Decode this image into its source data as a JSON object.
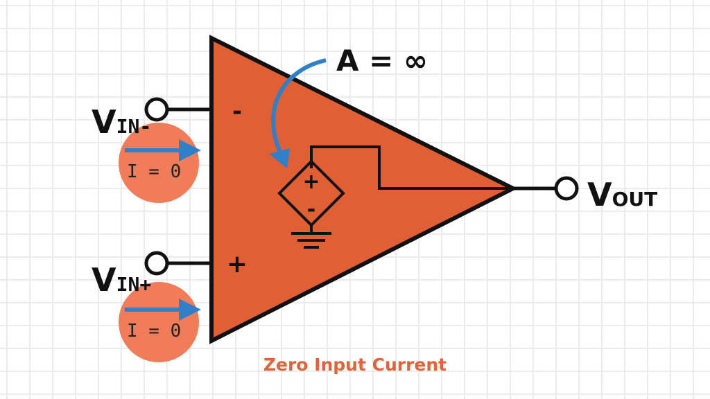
{
  "diagram": {
    "title": "Zero Input Current",
    "gain_label": "A = ∞",
    "inputs": [
      {
        "id": "inverting",
        "name": "V",
        "subscript": "IN-",
        "pin_symbol": "-",
        "current_label": "I = 0"
      },
      {
        "id": "non-inverting",
        "name": "V",
        "subscript": "IN+",
        "pin_symbol": "+",
        "current_label": "I = 0"
      }
    ],
    "output": {
      "name": "V",
      "subscript": "OUT"
    },
    "dependent_source": {
      "plus": "+",
      "minus": "-"
    },
    "colors": {
      "opamp_fill": "#e05f34",
      "highlight_circle": "#ef7550",
      "arrow": "#2f80c8",
      "title": "#e0633a",
      "stroke": "#111111"
    }
  }
}
